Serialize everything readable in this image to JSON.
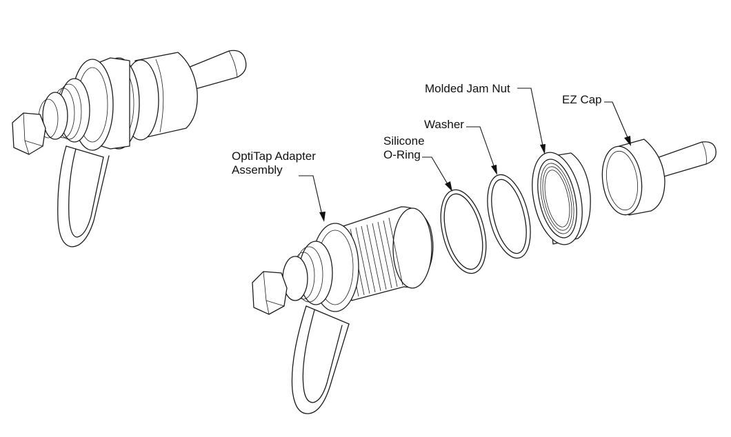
{
  "labels": {
    "adapter_line1": "OptiTap Adapter",
    "adapter_line2": "Assembly",
    "oring_line1": "Silicone",
    "oring_line2": "O-Ring",
    "washer": "Washer",
    "jam_nut": "Molded Jam Nut",
    "ez_cap": "EZ Cap"
  },
  "colors": {
    "line": "#1a1a1a",
    "background": "#ffffff"
  }
}
